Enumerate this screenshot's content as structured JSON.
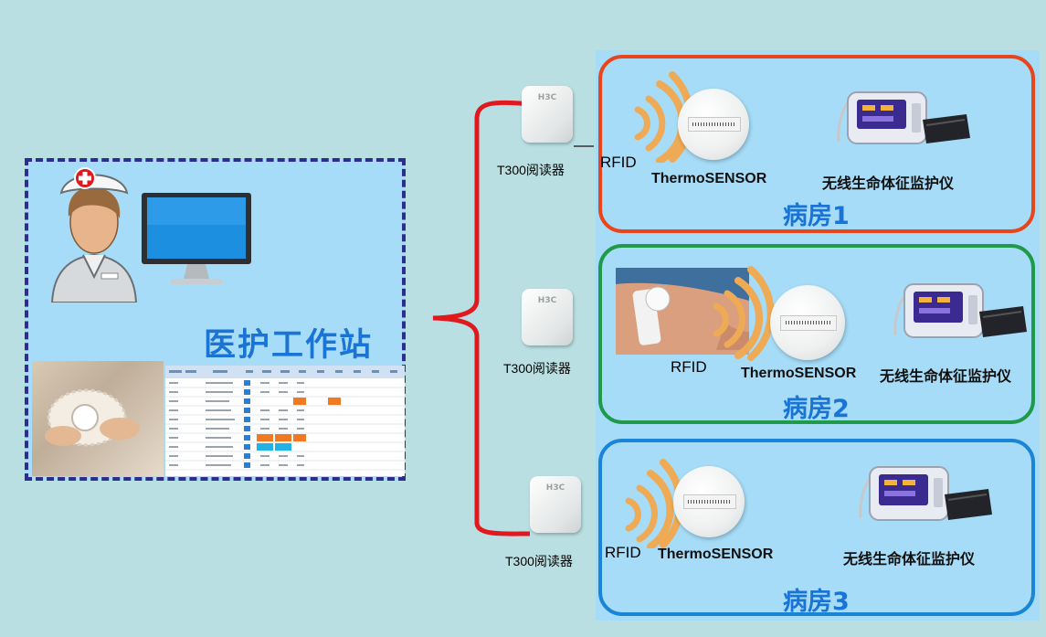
{
  "workstation": {
    "title": "医护工作站"
  },
  "readers": [
    {
      "label": "T300阅读器",
      "logo": "H3C"
    },
    {
      "label": "T300阅读器",
      "logo": "H3C"
    },
    {
      "label": "T300阅读器",
      "logo": "H3C"
    }
  ],
  "rooms": [
    {
      "name": "病房1",
      "rfid": "RFID",
      "sensor": "ThermoSENSOR",
      "monitor": "无线生命体征监护仪",
      "color": "#e8451a"
    },
    {
      "name": "病房2",
      "rfid": "RFID",
      "sensor": "ThermoSENSOR",
      "monitor": "无线生命体征监护仪",
      "color": "#1f9a4a"
    },
    {
      "name": "病房3",
      "rfid": "RFID",
      "sensor": "ThermoSENSOR",
      "monitor": "无线生命体征监护仪",
      "color": "#1a84d6"
    }
  ],
  "colors": {
    "bracket": "#e0191f",
    "waves": "#eeaa55",
    "panel": "#a6dcf7",
    "background": "#b9dfe3"
  },
  "icons": [
    "nurse-icon",
    "computer-monitor-icon",
    "rfid-wave-icon",
    "vital-sign-monitor-icon"
  ]
}
